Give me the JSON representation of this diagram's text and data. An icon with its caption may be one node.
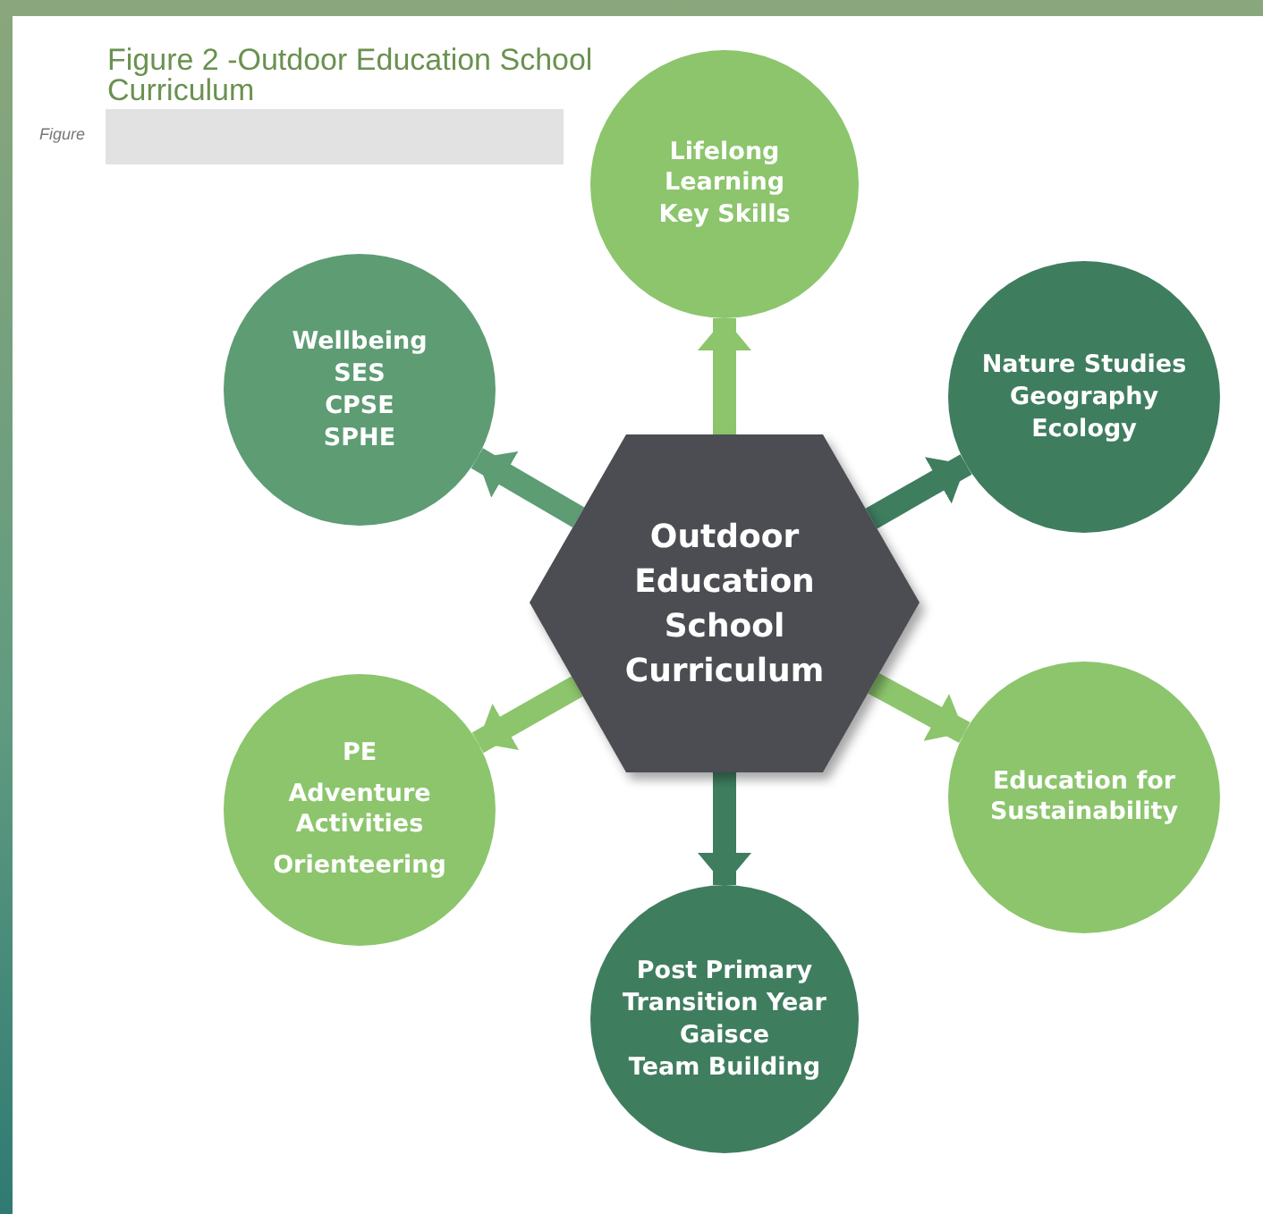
{
  "diagram": {
    "title": "Figure 2 -Outdoor Education School Curriculum",
    "nodes": [
      {
        "text": [
          "Lifelong Learning",
          "Key Skills"
        ]
      },
      {
        "text": [
          "Wellbeing",
          "SES",
          "CPSE",
          "SPHE"
        ]
      },
      {
        "text": [
          "Nature Studies",
          "Geography",
          "Ecology"
        ]
      },
      {
        "text": [
          "Outdoor Education School Curriculum"
        ]
      },
      {
        "text": [
          "PE",
          "Adventure Activities",
          "Orienteering"
        ]
      },
      {
        "text": [
          "Education for Sustainability"
        ]
      },
      {
        "text": [
          "Post Primary",
          "Transition Year",
          "Gaisce",
          "Team Building"
        ]
      }
    ],
    "edges": [
      {
        "from": 3,
        "to": 0,
        "arrow": "to",
        "color": "#8cc56c"
      },
      {
        "from": 3,
        "to": 1,
        "arrow": "to",
        "color": "#5e9c74"
      },
      {
        "from": 3,
        "to": 2,
        "arrow": "to",
        "color": "#3f7d5f"
      },
      {
        "from": 3,
        "to": 4,
        "arrow": "to",
        "color": "#8cc56c"
      },
      {
        "from": 3,
        "to": 5,
        "arrow": "to",
        "color": "#8cc56c"
      },
      {
        "from": 3,
        "to": 6,
        "arrow": "to",
        "color": "#3f7d5f"
      }
    ],
    "labels": [
      "Figure"
    ]
  }
}
